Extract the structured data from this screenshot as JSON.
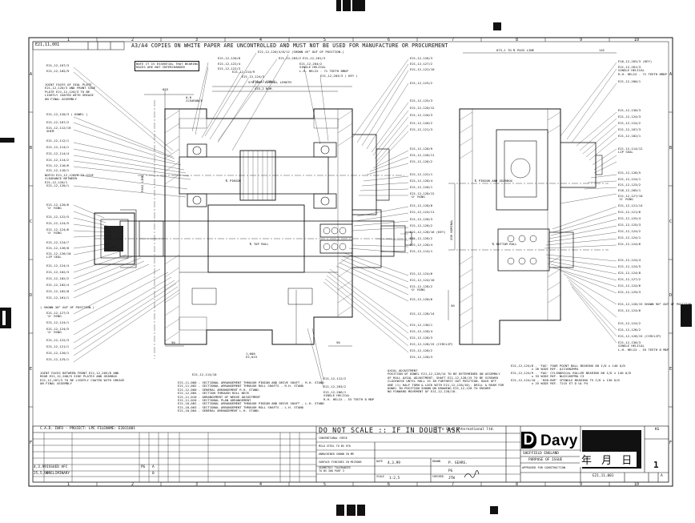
{
  "sheet": {
    "drawing_ref_top": "E21,11,001",
    "banner": "A3/A4 COPIES ON WHITE PAPER ARE UNCONTROLLED AND MUST NOT BE USED FOR MANUFACTURE OR PROCUREMENT",
    "grid_numbers": [
      "1",
      "2",
      "3",
      "4",
      "5",
      "6",
      "7",
      "8",
      "9",
      "10"
    ],
    "grid_letters": [
      "A",
      "B",
      "C",
      "D",
      "E",
      "F"
    ]
  },
  "notes": {
    "bearing_note": "NOTE IT IS ESSENTIAL THAT BEARING\nRACES ARE NOT INTERCHANGED",
    "seal_plate_note": "JOINT FACES OF SEAL PLATE\nE21,12,120/3 AND FRONT SIDE\nPLATE E21,12,120/3 TO BE\nLIGHTLY COATED WITH GREASE\nON FINAL ASSEMBLY",
    "shown_note": "( SHOWN 30° OUT OF POSITION )",
    "joint_faces_note": "JOINT FACES BETWEEN FRONT E21,12,205/8 AND\nREAR E21,12,206/9 SIDE PLATES AND GEARBOX\nE21,12,207/3 TO BE LIGHTLY COATED WITH GREASE\nON FINAL ASSEMBLY",
    "axial_note": "AXIAL ADJUSTMENT\nPOSITION OF DOWEL E21,12,128/14 TO BE DETERMINED ON ASSEMBLY\nOF ROLL AXIAL ADJUSTMENT. SHAFT E21,12,128/15 TO BE SCREWED\nCLOCKWISE UNTIL ROLL IS IN FURTHEST OUT POSITION. BACK OFF\nONE (1) HALF TURN & LOCK WITH E21,12,128/16). DRILL & REAM FOR\nDOWEL IN POSITION SHOWN ON DRAWING E21,12,128 TO ENSURE\nNO FORWARD MOVEMENT OF E21,12,128/16."
  },
  "dimensions": {
    "d653": "653",
    "clearance": "0,8\nCLEARANCE",
    "overall": "570 NOM. OVERALL LENGTH",
    "d4532": "453,2 NOM.",
    "pass_line": "PASS LINE",
    "pinion": "℄ PINION",
    "top_roll": "℄ TOP ROLL",
    "pass_line_right": "673,1 TO ℄ PASS LINE",
    "d142": "142",
    "pinion_gearbox": "℄ PINION AND GEARBOX",
    "bottom_roll": "℄ BOTTOM ROLL",
    "nominal": "200 NOMINAL",
    "d50a": "50",
    "d50b": "50",
    "d50c": "50",
    "section": "1,000\nE2,015"
  },
  "callouts": {
    "top": [
      "E21,12,120/4/8/12 (SHOWN 45° OUT OF POSITION.)",
      "E21,12,203/2",
      "E21,12,201/3",
      "E21,12,204/2\nSINGLE HELICAL\nL.H. HELIX - 71 TEETH 8MDP",
      "E21,12,203/3 ( KEY )",
      "E21,12,120/8",
      "E21,12,122/4",
      "E21,12,122/3",
      "E21,12,214/9",
      "E21,12,124/5",
      "E21,12,126/1"
    ],
    "left": [
      "E21,12,107/3",
      "E21,12,105/9",
      "E21,12,120/3 ( DOWEL )",
      "E21,12,107/2",
      "E21,12,112/19\nSHIM",
      "E21,12,112/1",
      "E21,12,114/1",
      "E21,12,114/4",
      "E21,12,114/2",
      "E21,12,116/6",
      "E21,12,110/1",
      "NOTCH E21,12,120/9 TO GIVE\nCLEARANCE BETWEEN\nE21,12,120/1",
      "E21,12,120/1",
      "E21,12,120/6\n'O' RING",
      "E21,12,122/5",
      "E21,12,124/5",
      "E21,12,124/6\n'O' RING",
      "E21,12,124/7",
      "E21,12,126/8",
      "E21,12,126/10\nLIP SEAL",
      "E21,12,124/4",
      "E21,12,102/3",
      "E21,12,102/2",
      "E21,12,102/4",
      "E21,12,102/8",
      "E21,12,101/1",
      "E21,12,127/3\n'O' RING",
      "E21,12,124/1",
      "E21,12,124/5\n'O' RING",
      "E21,12,122/3",
      "E21,12,121/1",
      "E21,12,120/1",
      "E21,12,125/1"
    ],
    "mid": [
      "E21,12,126/3",
      "E21,12,127/2",
      "E21,12,122/10",
      "E21,12,125/2",
      "E21,12,125/3",
      "E21,12,120/12",
      "E21,12,120/3",
      "E21,12,126/2",
      "E21,12,121/3",
      "E21,12,128/9",
      "E21,12,128/11",
      "E21,12,126/2",
      "E21,12,122/1",
      "E21,12,128/4",
      "E21,12,128/1",
      "E21,12,128/12\n'O' RING",
      "E21,12,128/8",
      "E21,12,124/11",
      "E21,12,128/3",
      "E21,12,128/2",
      "E21,12,128/16 (KEY)",
      "E21,12,126/2",
      "E21,12,128/4",
      "E21,12,114/1",
      "E21,12,124/6",
      "E21,12,124/10",
      "E21,12,128/2\n'O' RING",
      "E21,12,128/6",
      "E21,12,128/14",
      "E21,12,130/1",
      "E21,12,128/4",
      "E21,12,128/3",
      "E21,12,128/15 (CIRCLIP)",
      "E21,12,112/2",
      "E21,12,203/2",
      "E21,12,206/1\nSINGLE HELICAL\nR.H. HELIX - 53 TEETH 8 MDP",
      "E21,12,128/2",
      "E21,12,128/3",
      "E21,12,114/10"
    ],
    "right": [
      "E16,12,203/3 (KEY)",
      "E21,12,201/3\nSINGLE HELICAL\nR.H. HELIX - 71 TEETH 8MDP",
      "E21,12,200/1",
      "E21,12,130/3",
      "E21,12,124/3",
      "E21,12,124/2",
      "E21,12,107/3",
      "E21,12,102/1",
      "E21,12,114/12\nLIP SEAL",
      "E21,12,128/5",
      "E21,12,124/1",
      "E21,12,123/2",
      "E16,12,205/1",
      "E21,12,127/10\n'O' RING",
      "E21,12,121/14",
      "E21,12,121/6",
      "E21,12,125/4",
      "E21,12,125/3",
      "E21,12,124/2",
      "E21,12,124/1",
      "E21,12,124/6",
      "E21,12,124/4",
      "E21,12,124/5",
      "E21,12,124/8",
      "E21,12,127/2",
      "E21,12,124/6",
      "E21,12,129/3",
      "E21,12,128/15\nSHOWN 90° OUT\nOF POSITION",
      "E21,12,124/6",
      "E21,12,124/2",
      "E21,12,128/2",
      "E21,12,128/15 (CIRCLIP)",
      "E21,12,130/3\nSINGLE HELICAL\nL.H. HELIX - 53 TEETH 8 MDP"
    ]
  },
  "bearings": "E21,12,124/8 - 'FAG' FOUR POINT BALL BEARING 80 I/D x 140 O/D\n           x 26 WIDE REF. QJ216N2MPA\nE21,12,124/9 - 'FAG' CYLINDRICAL ROLLER BEARING 80 I/D x 140 O/D\n           x 33 WIDE REF. NU2216EPMA C3\nE21,12,124/10 - 'RSB-RHP' SPINDLE BEARING 75 I/D x 130 O/D\n           x 25 WIDE REF. 7215 ET D UL P4",
  "references": "E21,11,000 - SECTIONAL ARRANGEMENT THROUGH PINION AND DRIVE SHAFT - R.H. STAND\nE21,11,002 - SECTIONAL ARRANGEMENT THROUGH ROLL SHAFTS - R.H. STAND\nE21,12,000 - GENERAL ARRANGEMENT R.H. STAND.\nE21,12,005 - SECTION THROUGH ROLL NECK\nE21,11,010 - ARRANGEMENT OF WEDGE ADJUSTMENT\nE21,11,020 - SECTIONAL PLAN ARRANGEMENT\nE21,10,002 - SECTIONAL ARRANGEMENT THROUGH PINION AND DRIVE SHAFT - L.H. STAND\nE21,10,003 - SECTIONAL ARRANGEMENT THROUGH ROLL SHAFTS - L.H. STAND\nE21,10,004 - GENERAL ARRANGEMENT L.H. STAND.",
  "title_block": {
    "cad_info": "C.A.D. INFO -     PROJECT: LPE          FILENAME: E2011001",
    "rev_rows": [
      {
        "date": "4,3,99",
        "desc": "ISSUED AFC",
        "by": "PG",
        "rev": "A"
      },
      {
        "date": "25,5,98",
        "desc": "PRELIMINARY",
        "by": "",
        "rev": "0"
      }
    ],
    "dont_scale": "DO NOT SCALE :: IF IN DOUBT ASK",
    "copyright": "© Davy International ltd.",
    "labels": [
      "CONVENTIONAL CHECK",
      "MILD STEEL TO BS 970",
      "UNMACHINED SHOWN IN MM",
      "SURFACE FINISHES IN MICRONS",
      "GEOMETRIC TOLERANCES\nTO BS 308 PART 3",
      "DATE",
      "DRAWN",
      "SCALE",
      "CHECKED",
      "1:2,5"
    ],
    "drawn_date": "4,3,99",
    "drawn_by": "P. SEARS.",
    "scale": "1:2,5",
    "checked_by": "JTW",
    "checked_init": "PG",
    "company": "Davy",
    "place": "SHEFFIELD ENGLAND",
    "purpose_label": "PURPOSE OF ISSUE",
    "purpose": "APPROVED FOR CONSTRUCTION",
    "sheet_no": "1",
    "kg": "KG",
    "drawing_no": "E21,11,001",
    "rev": "A",
    "stamp_chars": "年 月 日"
  }
}
